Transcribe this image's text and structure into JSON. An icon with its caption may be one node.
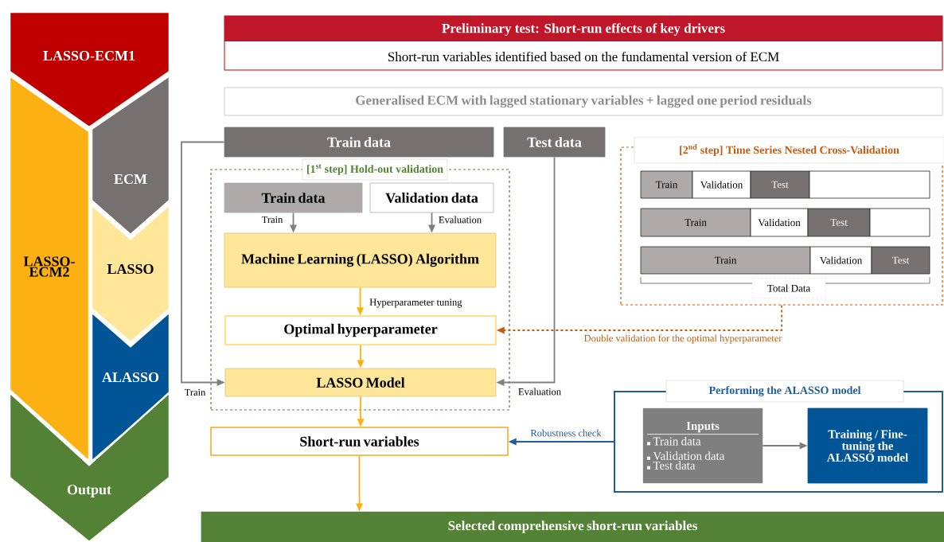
{
  "diagram": {
    "nodes": [
      {
        "text": [
          "LASSO-ECM1"
        ]
      },
      {
        "text": [
          "LASSO-ECM2"
        ]
      },
      {
        "text": [
          "ECM"
        ]
      },
      {
        "text": [
          "LASSO"
        ]
      },
      {
        "text": [
          "ALASSO"
        ]
      },
      {
        "text": [
          "Output"
        ]
      },
      {
        "text": [
          "Preliminary test: Short-run effects of key drivers",
          "Short-run variables identified based on the fundamental version of ECM"
        ]
      },
      {
        "text": [
          "Generalised ECM with lagged stationary variables + lagged one period residuals"
        ]
      },
      {
        "text": [
          "Train data"
        ]
      },
      {
        "text": [
          "Test data"
        ]
      },
      {
        "text": [
          "[1$^{st}$ step] Hold-out validation"
        ]
      },
      {
        "text": [
          "Train data"
        ],
        "in": 10
      },
      {
        "text": [
          "Validation data"
        ],
        "in": 10
      },
      {
        "text": [
          "Machine Learning (LASSO) Algorithm"
        ],
        "in": 10
      },
      {
        "text": [
          "Optimal hyperparameter"
        ],
        "in": 10
      },
      {
        "text": [
          "LASSO Model"
        ],
        "in": 10
      },
      {
        "text": [
          "Short-run variables"
        ]
      },
      {
        "text": [
          "[2$^{nd}$ step] Time Series Nested Cross-Validation"
        ]
      },
      {
        "text": [
          "Train"
        ],
        "in": 17
      },
      {
        "text": [
          "Validation"
        ],
        "in": 17
      },
      {
        "text": [
          "Test"
        ],
        "in": 17
      },
      {
        "text": [],
        "shape": "box",
        "in": 17
      },
      {
        "text": [
          "Train"
        ],
        "in": 17
      },
      {
        "text": [
          "Validation"
        ],
        "in": 17
      },
      {
        "text": [
          "Test"
        ],
        "in": 17
      },
      {
        "text": [],
        "shape": "box",
        "in": 17
      },
      {
        "text": [
          "Train"
        ],
        "in": 17
      },
      {
        "text": [
          "Validation"
        ],
        "in": 17
      },
      {
        "text": [
          "Test"
        ],
        "in": 17
      },
      {
        "text": [
          "Total Data"
        ],
        "in": 17
      },
      {
        "text": [
          "Performing the ALASSO model"
        ]
      },
      {
        "text": [
          "Inputs",
          "Train data",
          "Validation data",
          "Test data"
        ],
        "in": 30
      },
      {
        "text": [
          "Training / Fine-tuning the ALASSO model"
        ],
        "in": 30
      },
      {
        "text": [
          "Selected comprehensive short-run variables"
        ]
      }
    ],
    "edges": [
      {
        "from": 8,
        "to": 15,
        "arrow": "to",
        "label": "Train"
      },
      {
        "from": 9,
        "to": 15,
        "arrow": "to",
        "label": "Evaluation"
      },
      {
        "from": 11,
        "to": 13,
        "arrow": "to",
        "label": "Train"
      },
      {
        "from": 12,
        "to": 13,
        "arrow": "to",
        "label": "Evaluation"
      },
      {
        "from": 13,
        "to": 14,
        "arrow": "to",
        "label": "Hyperparameter tuning",
        "color": "#ffb010"
      },
      {
        "from": 14,
        "to": 15,
        "arrow": "to",
        "color": "#ffb010"
      },
      {
        "from": 15,
        "to": 16,
        "arrow": "to",
        "color": "#ffb010"
      },
      {
        "from": 17,
        "to": 14,
        "arrow": "to",
        "label": "Double validation for the optimal hyperparameter",
        "style": "dashed",
        "color": "#c55a11"
      },
      {
        "from": 30,
        "to": 16,
        "arrow": "to",
        "label": "Robustness check",
        "color": "#1f5c99"
      },
      {
        "from": 31,
        "to": 32,
        "arrow": "to"
      },
      {
        "from": 16,
        "to": 33,
        "arrow": "to",
        "color": "#ffb010"
      }
    ]
  }
}
